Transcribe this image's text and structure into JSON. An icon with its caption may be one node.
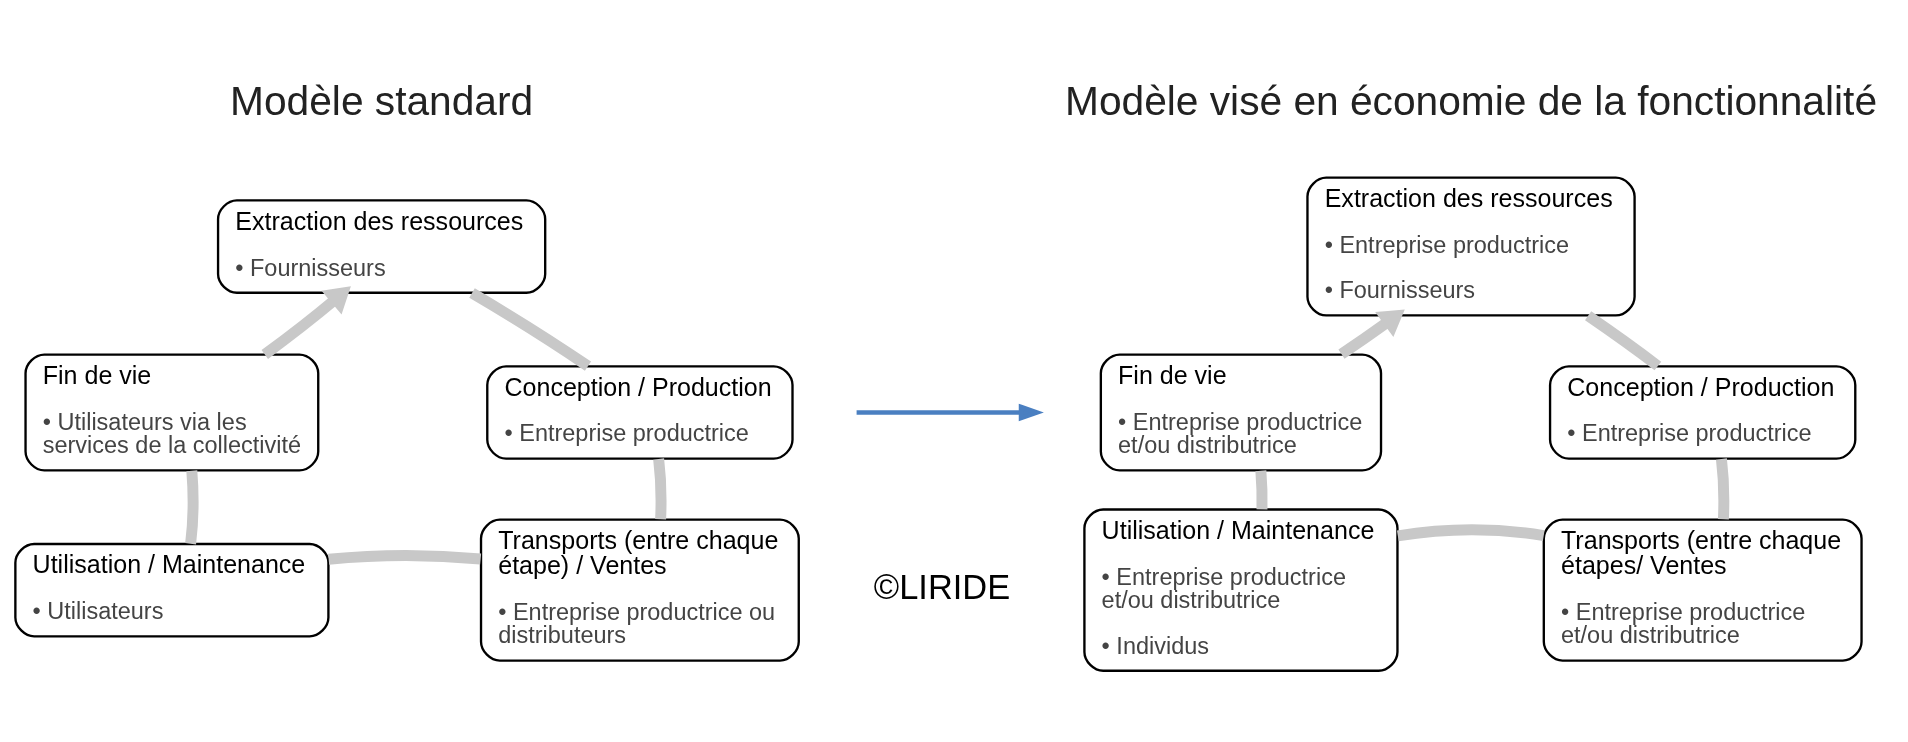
{
  "diagram": {
    "nodes": [
      {
        "text": [
          "Extraction des ressources",
          "• Fournisseurs"
        ]
      },
      {
        "text": [
          "Conception / Production",
          "• Entreprise productrice"
        ]
      },
      {
        "text": [
          "Transports (entre chaque étape) / Ventes",
          "• Entreprise productrice ou distributeurs"
        ]
      },
      {
        "text": [
          "Utilisation / Maintenance",
          "• Utilisateurs"
        ]
      },
      {
        "text": [
          "Fin de vie",
          "• Utilisateurs via les services de la collectivité"
        ]
      },
      {
        "text": [
          "Extraction des ressources",
          "• Entreprise productrice",
          "• Fournisseurs"
        ]
      },
      {
        "text": [
          "Conception / Production",
          "• Entreprise productrice"
        ]
      },
      {
        "text": [
          "Transports (entre chaque étapes/ Ventes",
          "• Entreprise productrice et/ou distributrice"
        ]
      },
      {
        "text": [
          "Utilisation / Maintenance",
          "• Entreprise productrice et/ou distributrice",
          "• Individus"
        ]
      },
      {
        "text": [
          "Fin de vie",
          "• Entreprise productrice et/ou distributrice"
        ]
      }
    ],
    "edges": [
      {
        "from": 0,
        "to": 1,
        "arrow": "none"
      },
      {
        "from": 1,
        "to": 2,
        "arrow": "none"
      },
      {
        "from": 2,
        "to": 3,
        "arrow": "none"
      },
      {
        "from": 3,
        "to": 4,
        "arrow": "none"
      },
      {
        "from": 4,
        "to": 0,
        "arrow": "to"
      },
      {
        "from": 5,
        "to": 6,
        "arrow": "none"
      },
      {
        "from": 6,
        "to": 7,
        "arrow": "none"
      },
      {
        "from": 7,
        "to": 8,
        "arrow": "none"
      },
      {
        "from": 8,
        "to": 9,
        "arrow": "none"
      },
      {
        "from": 9,
        "to": 5,
        "arrow": "to"
      }
    ],
    "labels": [
      "Modèle standard",
      "Modèle visé en économie de la fonctionnalité",
      "©LIRIDE"
    ]
  }
}
